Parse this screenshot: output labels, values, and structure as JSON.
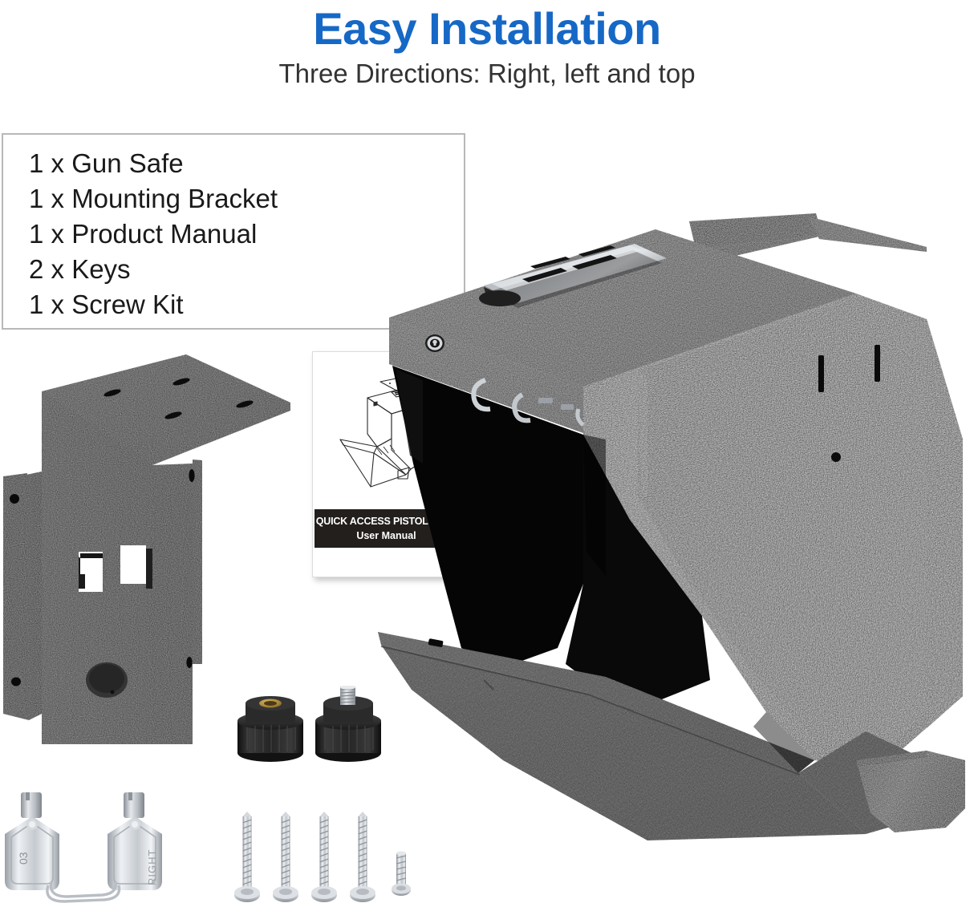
{
  "header": {
    "title": "Easy Installation",
    "subtitle": "Three Directions: Right, left and top",
    "title_color": "#1668c6",
    "subtitle_color": "#333333"
  },
  "contents": {
    "items": [
      "1 x Gun Safe",
      "1 x Mounting Bracket",
      "1 x Product Manual",
      "2 x Keys",
      "1 x Screw Kit"
    ]
  },
  "manual": {
    "title": "QUICK ACCESS PISTOL SAFE",
    "subtitle": "User Manual",
    "banner_bg": "#231f1d",
    "banner_text_color": "#ffffff",
    "illustration": "gun-safe-line-drawing"
  },
  "parts": {
    "bracket": {
      "name": "mounting-bracket",
      "finish": "textured black powder coat",
      "color": "#2b2b2b"
    },
    "knobs": {
      "name": "thumb-knobs",
      "count": 2,
      "color": "#1d1d1d",
      "insert_color": "#b08d3c",
      "stud_color": "#c9ccd1"
    },
    "keys": {
      "name": "keys",
      "count": 2,
      "stamp": "03",
      "color": "#c7ccd2"
    },
    "screws": {
      "name": "screw-kit",
      "long_count": 4,
      "short_count": 1,
      "color": "#c9ced4"
    },
    "safe": {
      "name": "gun-safe",
      "body_color": "#4a4a4a",
      "door_color": "#1a1a1a",
      "interior_color": "#000000",
      "keypad_color": "#c0c4c9",
      "lock_color": "#d8dbdf"
    }
  }
}
